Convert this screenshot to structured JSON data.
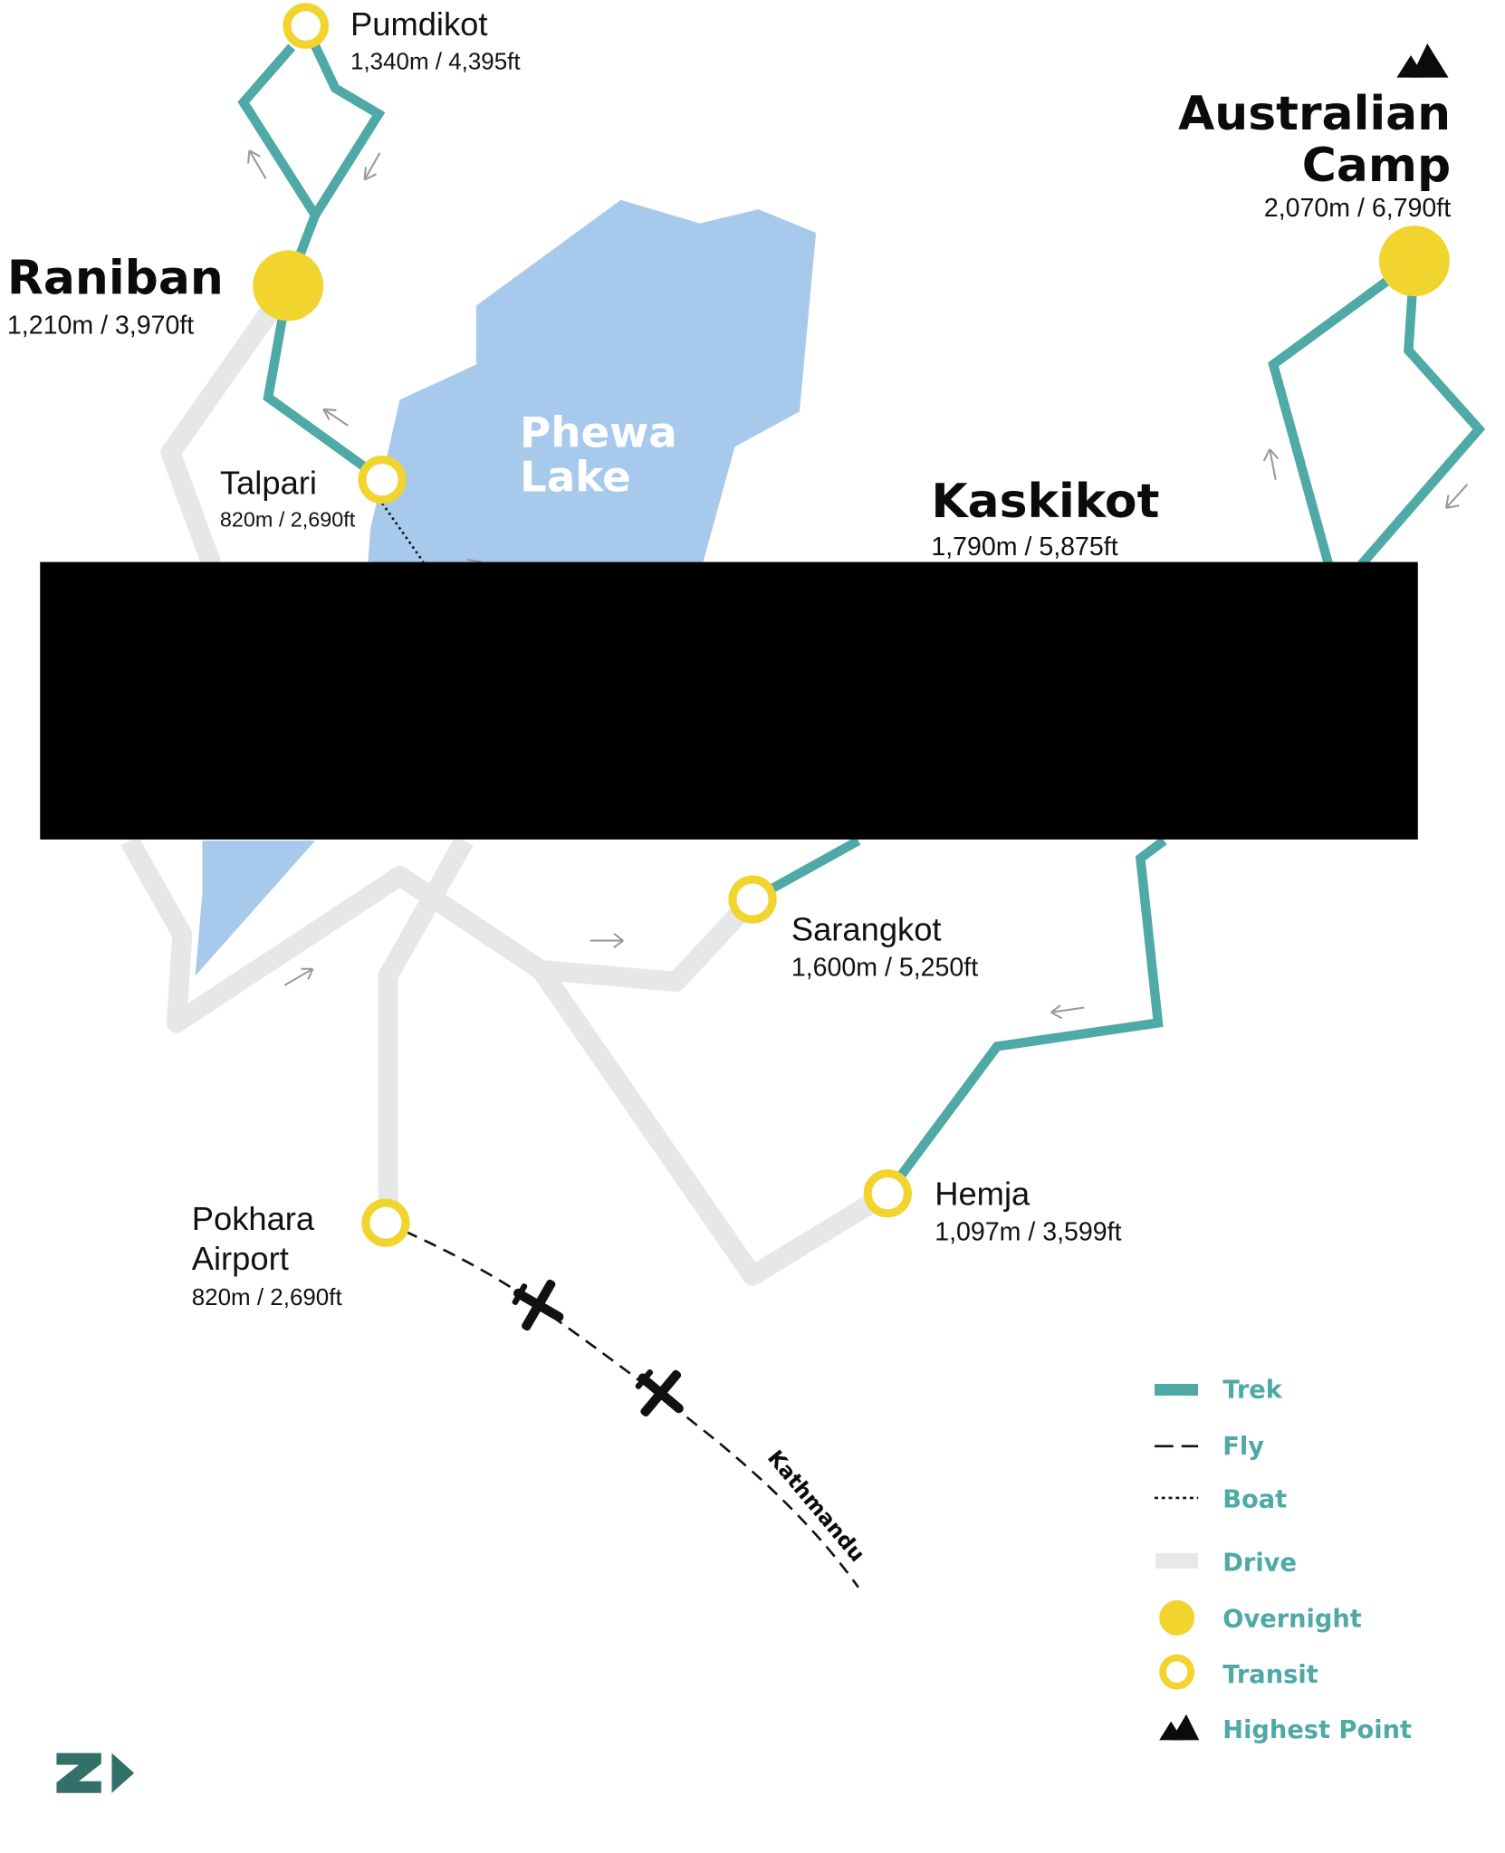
{
  "lake": {
    "line1": "Phewa",
    "line2": "Lake"
  },
  "places": {
    "pumdikot": {
      "name": "Pumdikot",
      "alt": "1,340m / 4,395ft"
    },
    "raniban": {
      "name": "Raniban",
      "alt": "1,210m / 3,970ft"
    },
    "talpari": {
      "name": "Talpari",
      "alt": "820m / 2,690ft"
    },
    "australian_camp": {
      "name1": "Australian",
      "name2": "Camp",
      "alt": "2,070m / 6,790ft"
    },
    "kaskikot": {
      "name": "Kaskikot",
      "alt": "1,790m / 5,875ft"
    },
    "sarangkot": {
      "name": "Sarangkot",
      "alt": "1,600m / 5,250ft"
    },
    "hemja": {
      "name": "Hemja",
      "alt": "1,097m / 3,599ft"
    },
    "pokhara_airport": {
      "name1": "Pokhara",
      "name2": "Airport",
      "alt": "820m / 2,690ft"
    },
    "kathmandu": {
      "name": "Kathmandu"
    }
  },
  "legend": {
    "trek": "Trek",
    "fly": "Fly",
    "boat": "Boat",
    "drive": "Drive",
    "overnight": "Overnight",
    "transit": "Transit",
    "highest": "Highest Point"
  },
  "colors": {
    "trek": "#4fa9a6",
    "drive": "#e6e7e8",
    "lake": "#a7c9eb",
    "node": "#f2d42f",
    "logo": "#33706a"
  }
}
